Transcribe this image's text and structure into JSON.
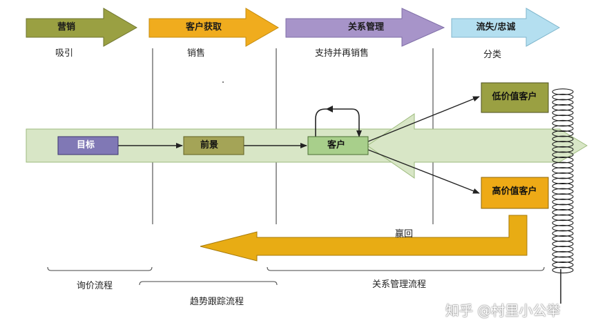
{
  "phases": [
    {
      "label": "营销",
      "sublabel": "吸引",
      "color": "#9aa042"
    },
    {
      "label": "客户获取",
      "sublabel": "销售",
      "color": "#f0ac1e"
    },
    {
      "label": "关系管理",
      "sublabel": "支持并再销售",
      "color": "#a794c9"
    },
    {
      "label": "流失/忠诚",
      "sublabel": "分类",
      "color": "#b4dff0"
    }
  ],
  "nodes": {
    "target": "目标",
    "prospect": "前景",
    "customer": "客户",
    "low_value": "低价值客户",
    "high_value": "高价值客户"
  },
  "winback": "赢回",
  "processes": {
    "inquiry": "询价流程",
    "tracking": "趋势跟踪流程",
    "relationship": "关系管理流程"
  },
  "watermark": "知乎 @村里小公举",
  "colors": {
    "band_fill": "#d8e6c6",
    "band_stroke": "#9dbb7d",
    "target_fill": "#8078b5",
    "prospect_fill": "#a4a457",
    "customer_fill": "#a8cf8b",
    "low_value_fill": "#9aa042",
    "high_value_fill": "#eeaa16",
    "winback_fill": "#e8ac14"
  }
}
